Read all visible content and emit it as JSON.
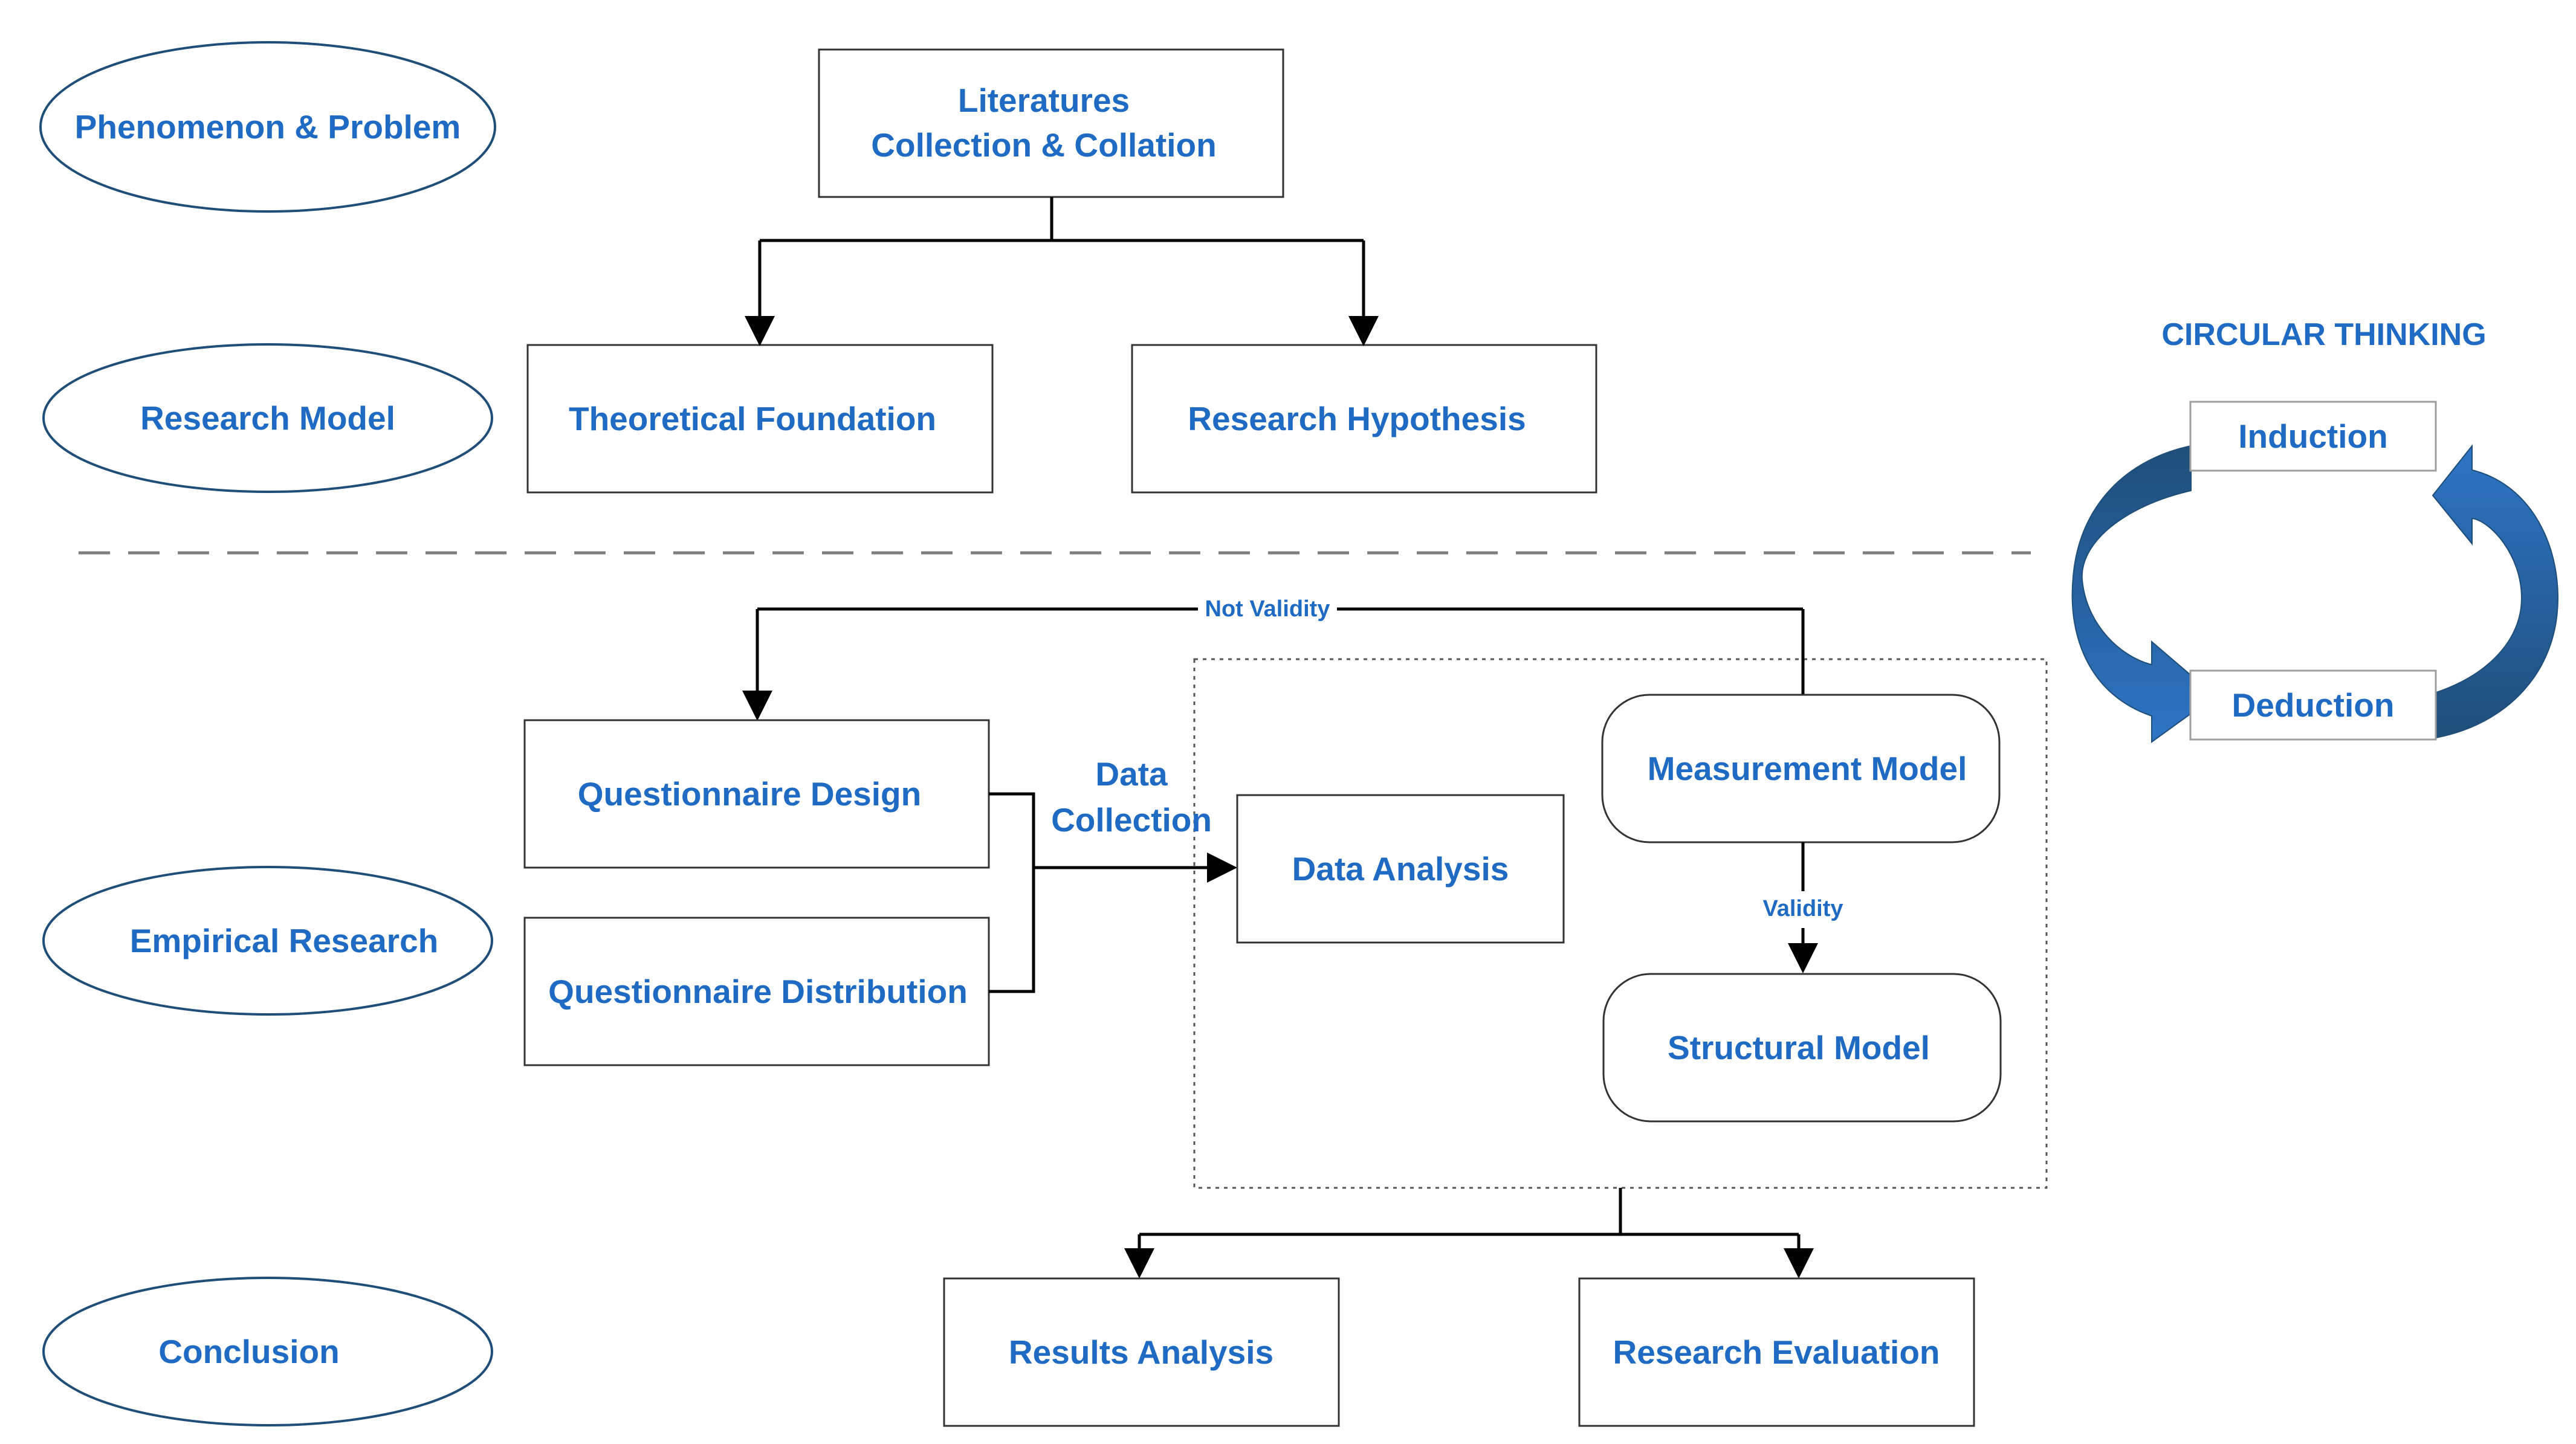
{
  "colors": {
    "text": "#1F6BC4",
    "line": "#000000",
    "node_border": "#333333",
    "ellipse_border": "#1F4E79",
    "arrow_dark": "#1F4E79",
    "arrow_light": "#2E75C6",
    "box_border_light": "#9E9E9E"
  },
  "stages": {
    "phenomenon": "Phenomenon & Problem",
    "research_model": "Research Model",
    "empirical": "Empirical Research",
    "conclusion": "Conclusion"
  },
  "nodes": {
    "literatures_line1": "Literatures",
    "literatures_line2": "Collection & Collation",
    "theoretical": "Theoretical Foundation",
    "hypothesis": "Research Hypothesis",
    "q_design": "Questionnaire Design",
    "q_distribution": "Questionnaire Distribution",
    "data_analysis": "Data Analysis",
    "measurement": "Measurement Model",
    "structural": "Structural Model",
    "results": "Results Analysis",
    "evaluation": "Research Evaluation"
  },
  "edges": {
    "not_validity": "Not Validity",
    "validity": "Validity",
    "data_collection_line1": "Data",
    "data_collection_line2": "Collection"
  },
  "circular": {
    "title": "CIRCULAR THINKING",
    "induction": "Induction",
    "deduction": "Deduction"
  }
}
